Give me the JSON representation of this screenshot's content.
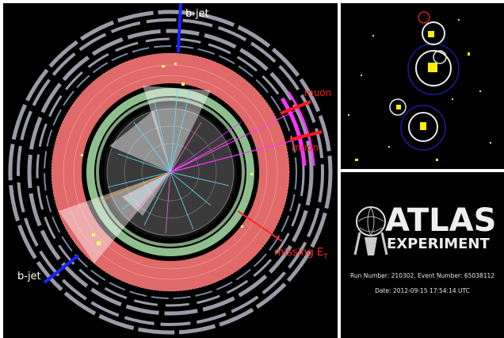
{
  "main_display": {
    "labels": {
      "bjet_top": "b-jet",
      "bjet_bottom": "b-jet",
      "muon_1": "muon",
      "muon_2": "muon",
      "missing_et": "missing E",
      "missing_et_sub": "T"
    },
    "colors": {
      "bjet": "#1a23ff",
      "muon": "#ff1a1a",
      "missing_et": "#ff2a2a",
      "calorimeter_outer": "#e06a6a",
      "calorimeter_inner": "#8fbf8f",
      "chamber": "#9a9aa8",
      "muon_chamber_hit": "#ff33ff"
    }
  },
  "calo_display": {
    "colors": {
      "cells": "#ffee00",
      "jet_circle": "#e8e8e8",
      "cone": "#1a1aa0"
    }
  },
  "experiment": {
    "logo_top": "ATLAS",
    "logo_bottom": "EXPERIMENT",
    "run_info": "Run Number: 210302, Event Number: 65038112",
    "date": "Date: 2012-09-15 17:54:14 UTC"
  }
}
